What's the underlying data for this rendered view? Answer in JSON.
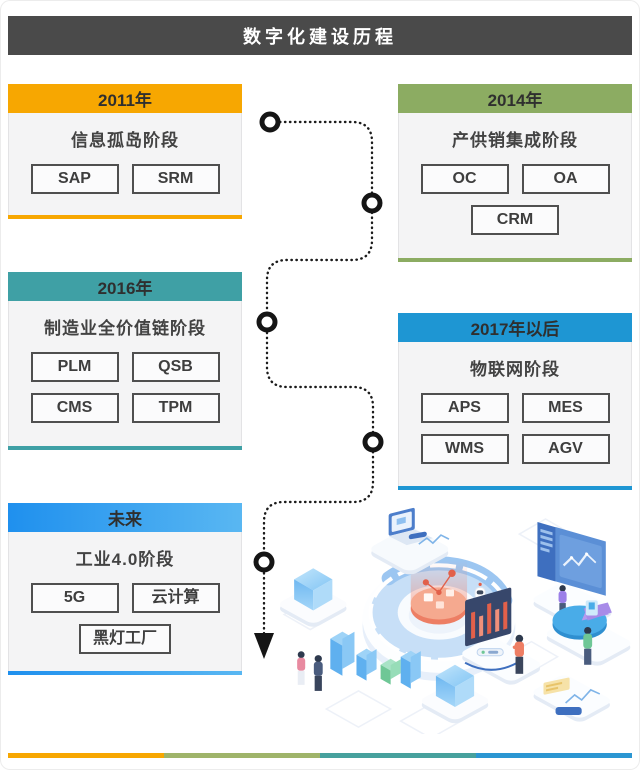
{
  "title": "数字化建设历程",
  "theme": {
    "title_bg": "#4A4A4A",
    "title_fg": "#FFFFFF",
    "card_bg": "#F4F4F5",
    "tag_border": "#4F4F4F",
    "timeline_color": "#1B1B1B"
  },
  "cards": [
    {
      "id": "2011",
      "year": "2011年",
      "phase": "信息孤岛阶段",
      "tags": [
        "SAP",
        "SRM"
      ],
      "color": "#F7A701"
    },
    {
      "id": "2014",
      "year": "2014年",
      "phase": "产供销集成阶段",
      "tags": [
        "OC",
        "OA",
        "CRM"
      ],
      "color": "#8CAC62"
    },
    {
      "id": "2016",
      "year": "2016年",
      "phase": "制造业全价值链阶段",
      "tags": [
        "PLM",
        "QSB",
        "CMS",
        "TPM"
      ],
      "color": "#3FA0A5"
    },
    {
      "id": "2017",
      "year": "2017年以后",
      "phase": "物联网阶段",
      "tags": [
        "APS",
        "MES",
        "WMS",
        "AGV"
      ],
      "color": "#1E96D3"
    },
    {
      "id": "future",
      "year": "未来",
      "phase": "工业4.0阶段",
      "tags": [
        "5G",
        "云计算",
        "黑灯工厂"
      ],
      "color": "#1F90EE",
      "color2": "#59B7F2"
    }
  ],
  "timeline": {
    "nodes": 5,
    "style": "dotted",
    "end": "arrow-down"
  },
  "footer": {
    "segments": [
      {
        "color": "#F7A701"
      },
      {
        "color": "#9FB46A"
      },
      {
        "color": "#47A19D"
      },
      {
        "color": "#2B96D2"
      }
    ]
  },
  "illustration": {
    "elements": [
      "laptop-workstation",
      "central-ring-platform",
      "data-bowl",
      "molecule",
      "robot",
      "glass-cube",
      "bar-chart-3d",
      "dark-bar-screen",
      "dashboard-screen",
      "pie-chart",
      "document-platform",
      "people"
    ]
  }
}
